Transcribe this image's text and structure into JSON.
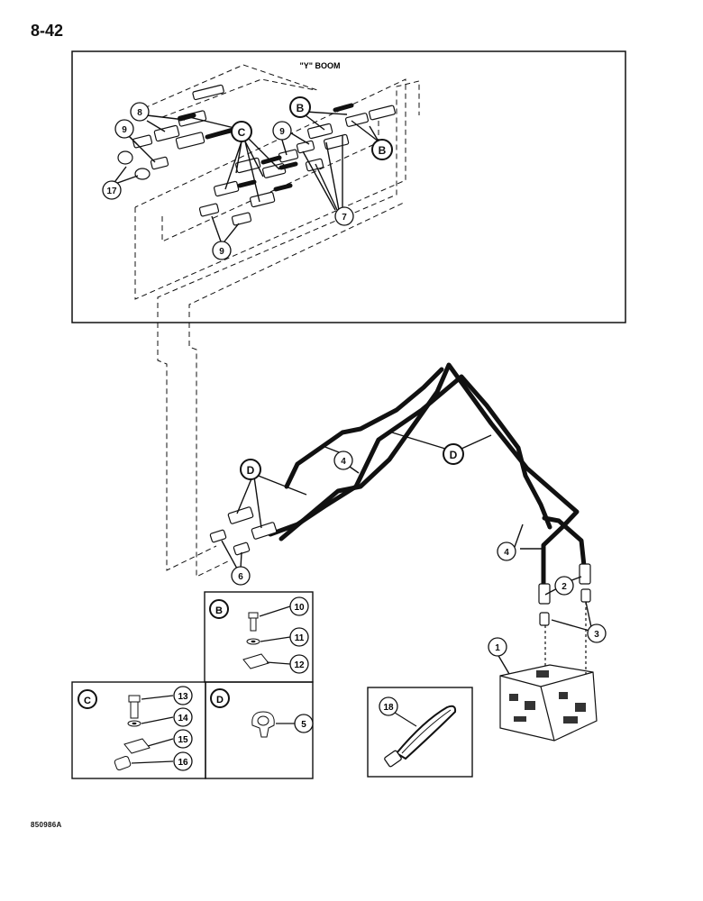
{
  "page": {
    "number": "8-42",
    "figure_code": "850986A"
  },
  "boom": {
    "label": "\"Y\" BOOM"
  },
  "callouts": {
    "c1": "1",
    "c2": "2",
    "c3": "3",
    "c4": "4",
    "c5": "5",
    "c6": "6",
    "c7": "7",
    "c8": "8",
    "c9": "9",
    "c10": "10",
    "c11": "11",
    "c12": "12",
    "c13": "13",
    "c14": "14",
    "c15": "15",
    "c16": "16",
    "c17": "17",
    "c18": "18",
    "B": "B",
    "C": "C",
    "D": "D"
  },
  "colors": {
    "ink": "#111111",
    "paper": "#ffffff"
  }
}
